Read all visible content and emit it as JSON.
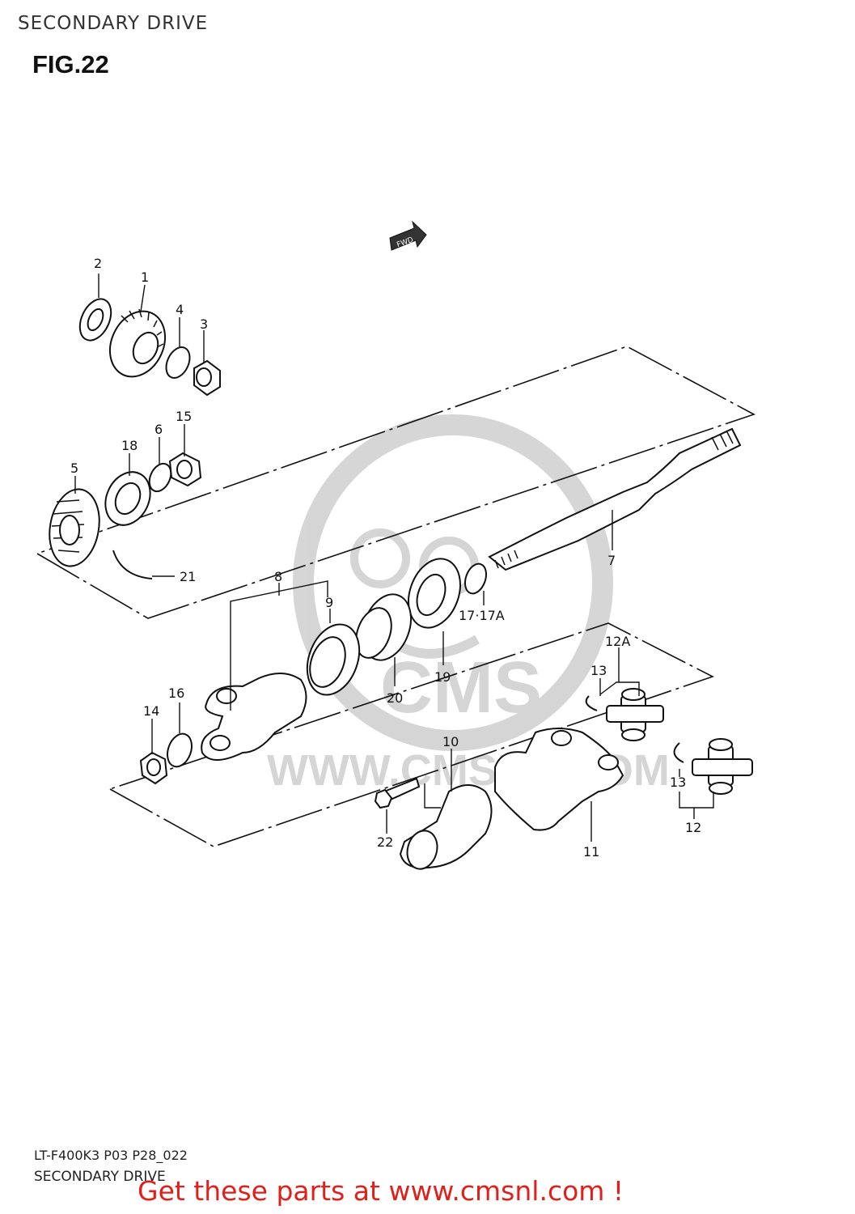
{
  "header": {
    "section_title": "SECONDARY DRIVE",
    "figure_label": "FIG.22"
  },
  "fwd_badge": "FWD",
  "watermark": {
    "text": "WWW.CMSNL.COM",
    "logo_text": "CMS"
  },
  "callouts": {
    "p1": "1",
    "p2": "2",
    "p3": "3",
    "p4": "4",
    "p5": "5",
    "p6": "6",
    "p7": "7",
    "p8": "8",
    "p9": "9",
    "p10": "10",
    "p11": "11",
    "p12": "12",
    "p12a": "12A",
    "p13a": "13",
    "p13b": "13",
    "p14": "14",
    "p15": "15",
    "p16": "16",
    "p17": "17·17A",
    "p18": "18",
    "p19": "19",
    "p20": "20",
    "p21": "21",
    "p22": "22"
  },
  "footer": {
    "model_code": "LT-F400K3 P03 P28_022",
    "title": "SECONDARY DRIVE",
    "call_to_action": "Get these parts at www.cmsnl.com !"
  },
  "colors": {
    "cta": "#e0201a",
    "line": "#111111",
    "watermark": "#000000"
  }
}
